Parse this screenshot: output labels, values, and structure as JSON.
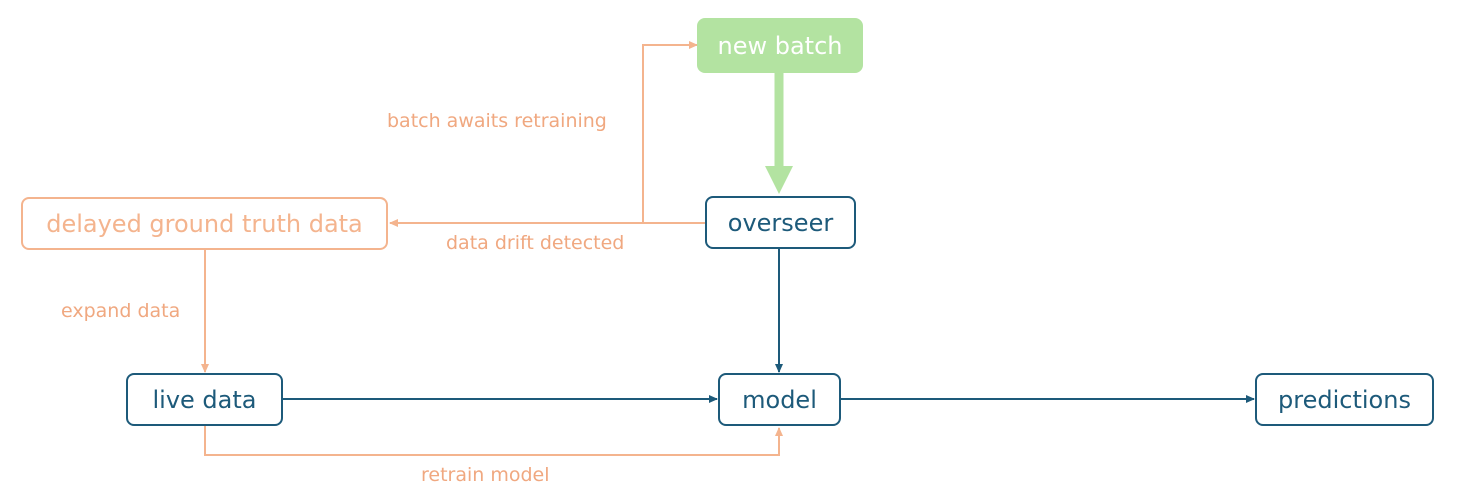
{
  "colors": {
    "blue": "#1d5a7a",
    "orange": "#f4b48e",
    "orange_text": "#f0a880",
    "green": "#b3e3a1"
  },
  "nodes": {
    "new_batch": "new batch",
    "overseer": "overseer",
    "delayed_ground_truth": "delayed ground truth data",
    "live_data": "live data",
    "model": "model",
    "predictions": "predictions"
  },
  "edges": {
    "batch_awaits_retraining": "batch awaits retraining",
    "data_drift_detected": "data drift detected",
    "expand_data": "expand data",
    "retrain_model": "retrain model"
  }
}
